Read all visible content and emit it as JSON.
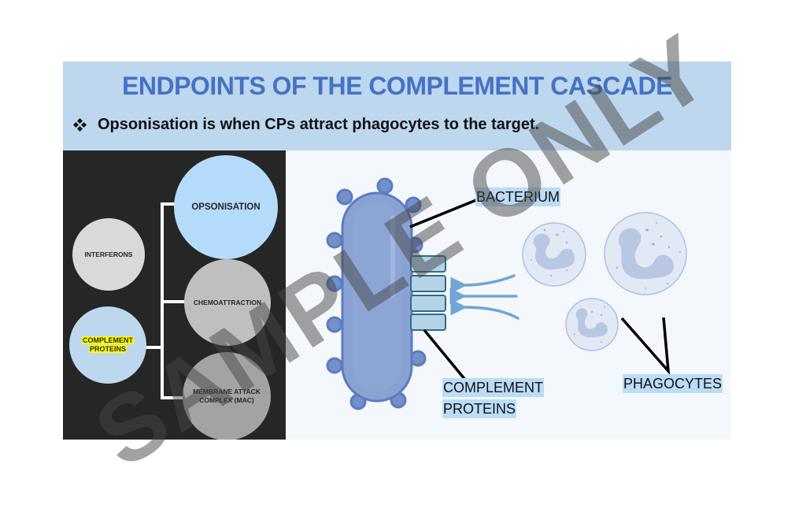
{
  "slide": {
    "title": "ENDPOINTS OF THE COMPLEMENT CASCADE",
    "bullet": {
      "icon": "four-diamond-bullet-icon",
      "text": "Opsonisation is when CPs attract phagocytes to the target."
    },
    "colors": {
      "header_bg": "#bdd7ee",
      "title": "#4472c4",
      "left_panel_bg": "#262626",
      "right_panel_bg": "#f4f8fd",
      "highlight": "#ffff00",
      "callout_bg": "#bcdcf6"
    }
  },
  "hierarchy": {
    "nodes": [
      {
        "id": "interferons",
        "label": "INTERFERONS",
        "color": "#d9d9d9"
      },
      {
        "id": "complement-proteins",
        "label_lines": [
          "COMPLEMENT",
          "PROTEINS"
        ],
        "highlighted": true,
        "color": "#bdd7ee"
      },
      {
        "id": "opsonisation",
        "label": "OPSONISATION",
        "color": "#b4dcfa"
      },
      {
        "id": "chemoattraction",
        "label": "CHEMOATTRACTION",
        "color": "#bfbfbf"
      },
      {
        "id": "mac",
        "label_lines": [
          "MEMBRANE ATTACK",
          "COMPLEX (MAC)"
        ],
        "color": "#a6a6a6"
      }
    ],
    "edges": [
      {
        "from": "complement-proteins",
        "to": "opsonisation"
      },
      {
        "from": "complement-proteins",
        "to": "chemoattraction"
      },
      {
        "from": "complement-proteins",
        "to": "mac"
      }
    ]
  },
  "illustration": {
    "labels": {
      "bacterium": "BACTERIUM",
      "complement_proteins": [
        "COMPLEMENT",
        "PROTEINS"
      ],
      "phagocytes": "PHAGOCYTES"
    },
    "complement_protein_block_count": 4,
    "arrow_count": 3,
    "phagocyte_count": 3,
    "bacterium_bump_count": 12
  },
  "watermark": "SAMPLE ONLY"
}
